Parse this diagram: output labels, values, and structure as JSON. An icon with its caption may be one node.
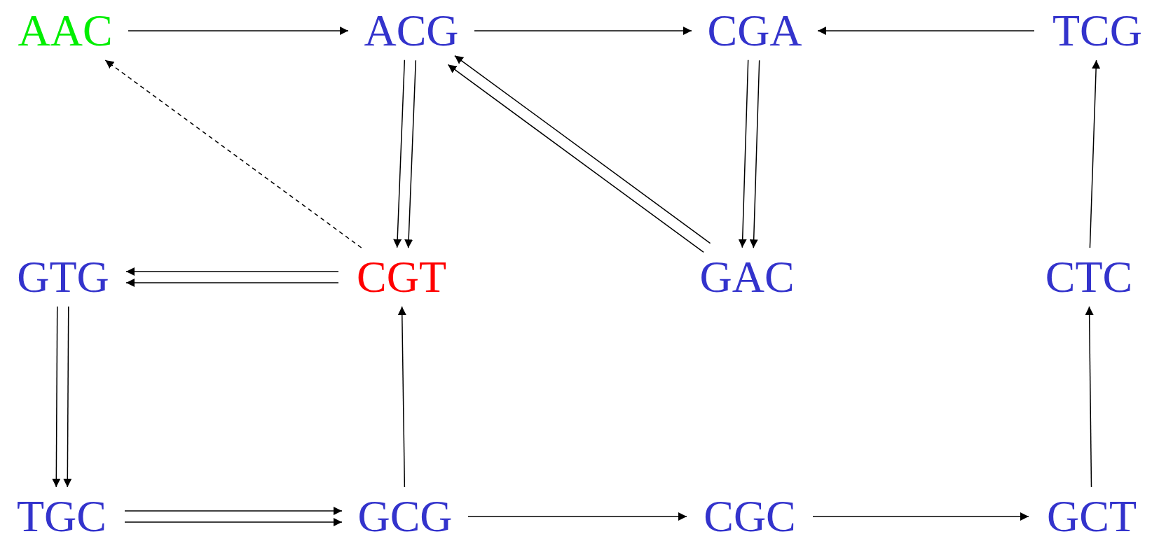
{
  "diagram": {
    "nodes": [
      {
        "text": [
          "AAC"
        ]
      },
      {
        "text": [
          "ACG"
        ]
      },
      {
        "text": [
          "CGA"
        ]
      },
      {
        "text": [
          "TCG"
        ]
      },
      {
        "text": [
          "GTG"
        ]
      },
      {
        "text": [
          "CGT"
        ]
      },
      {
        "text": [
          "GAC"
        ]
      },
      {
        "text": [
          "CTC"
        ]
      },
      {
        "text": [
          "TGC"
        ]
      },
      {
        "text": [
          "GCG"
        ]
      },
      {
        "text": [
          "CGC"
        ]
      },
      {
        "text": [
          "GCT"
        ]
      }
    ],
    "edges": [
      {
        "from": 0,
        "to": 1,
        "arrow": "to"
      },
      {
        "from": 1,
        "to": 2,
        "arrow": "to"
      },
      {
        "from": 3,
        "to": 2,
        "arrow": "to"
      },
      {
        "from": 1,
        "to": 5,
        "arrow": "to"
      },
      {
        "from": 1,
        "to": 5,
        "arrow": "to"
      },
      {
        "from": 2,
        "to": 6,
        "arrow": "to"
      },
      {
        "from": 2,
        "to": 6,
        "arrow": "to"
      },
      {
        "from": 6,
        "to": 1,
        "arrow": "to"
      },
      {
        "from": 6,
        "to": 1,
        "arrow": "to"
      },
      {
        "from": 5,
        "to": 0,
        "arrow": "to",
        "style": "dashed"
      },
      {
        "from": 5,
        "to": 4,
        "arrow": "to"
      },
      {
        "from": 5,
        "to": 4,
        "arrow": "to"
      },
      {
        "from": 4,
        "to": 8,
        "arrow": "to"
      },
      {
        "from": 4,
        "to": 8,
        "arrow": "to"
      },
      {
        "from": 8,
        "to": 9,
        "arrow": "to"
      },
      {
        "from": 8,
        "to": 9,
        "arrow": "to"
      },
      {
        "from": 9,
        "to": 5,
        "arrow": "to"
      },
      {
        "from": 9,
        "to": 10,
        "arrow": "to"
      },
      {
        "from": 10,
        "to": 11,
        "arrow": "to"
      },
      {
        "from": 11,
        "to": 7,
        "arrow": "to"
      },
      {
        "from": 7,
        "to": 3,
        "arrow": "to"
      }
    ]
  }
}
